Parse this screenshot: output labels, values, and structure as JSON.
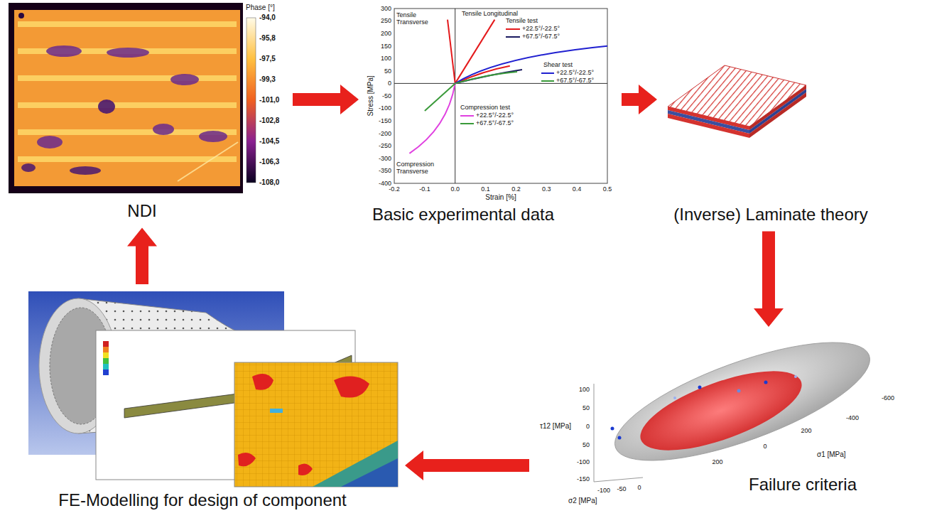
{
  "diagram": {
    "nodes": [
      {
        "text": [
          "NDI"
        ]
      },
      {
        "text": [
          "Basic experimental data"
        ]
      },
      {
        "text": [
          "(Inverse) Laminate theory"
        ]
      },
      {
        "text": [
          "Failure criteria"
        ]
      },
      {
        "text": [
          "FE-Modelling for design of component"
        ]
      }
    ],
    "edges": [
      {
        "from": 0,
        "to": 1,
        "arrow": "to"
      },
      {
        "from": 1,
        "to": 2,
        "arrow": "to"
      },
      {
        "from": 2,
        "to": 3,
        "arrow": "to"
      },
      {
        "from": 3,
        "to": 4,
        "arrow": "to"
      },
      {
        "from": 4,
        "to": 0,
        "arrow": "to"
      }
    ],
    "labels": [
      "Phase [°]",
      "-94,0",
      "-95,8",
      "-97,5",
      "-99,3",
      "-101,0",
      "-102,8",
      "-104,5",
      "-106,3",
      "-108,0",
      "300",
      "250",
      "200",
      "150",
      "100",
      "50",
      "0",
      "-50",
      "-100",
      "-150",
      "-200",
      "-250",
      "-300",
      "-350",
      "-400",
      "-0.2",
      "-0.1",
      "0.0",
      "0.1",
      "0.2",
      "0.3",
      "0.4",
      "0.5",
      "Stress [MPa]",
      "Strain [%]",
      "Tensile Transverse",
      "Tensile Longitudinal",
      "Tensile test",
      "+22.5°/-22.5°",
      "+67.5°/-67.5°",
      "Shear test",
      "+22.5°/-22.5°",
      "+67.5°/-67.5°",
      "Compression test",
      "+22.5°/-22.5°",
      "+67.5°/-67.5°",
      "Compression Transverse",
      "τ12 [MPa]",
      "100",
      "50",
      "0",
      "50",
      "-100",
      "-150",
      "-100",
      "-50",
      "0",
      "σ2 [MPa]",
      "σ1 [MPa]",
      "-600",
      "-400",
      "200",
      "0",
      "200"
    ]
  }
}
